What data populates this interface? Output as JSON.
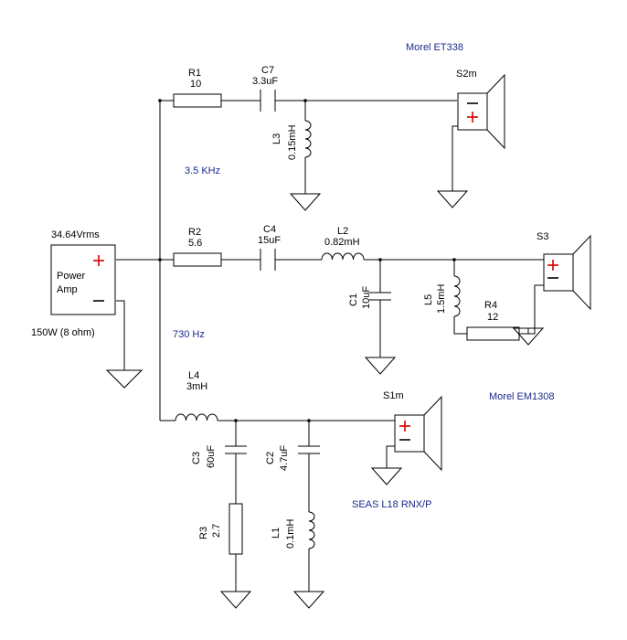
{
  "source": {
    "voltage": "34.64Vrms",
    "label_line1": "Power",
    "label_line2": "Amp",
    "rating": "150W (8 ohm)"
  },
  "tweeter": {
    "model": "Morel ET338",
    "speaker": "S2m",
    "r1_name": "R1",
    "r1_value": "10",
    "c7_name": "C7",
    "c7_value": "3.3uF",
    "l3_name": "L3",
    "l3_value": "0.15mH",
    "crossover": "3.5 KHz"
  },
  "midrange": {
    "model": "Morel EM1308",
    "speaker": "S3",
    "r2_name": "R2",
    "r2_value": "5.6",
    "c4_name": "C4",
    "c4_value": "15uF",
    "l2_name": "L2",
    "l2_value": "0.82mH",
    "c1_name": "C1",
    "c1_value": "10uF",
    "l5_name": "L5",
    "l5_value": "1.5mH",
    "r4_name": "R4",
    "r4_value": "12",
    "crossover": "730 Hz"
  },
  "woofer": {
    "model": "SEAS L18 RNX/P",
    "speaker": "S1m",
    "l4_name": "L4",
    "l4_value": "3mH",
    "c3_name": "C3",
    "c3_value": "60uF",
    "r3_name": "R3",
    "r3_value": "2.7",
    "c2_name": "C2",
    "c2_value": "4.7uF",
    "l1_name": "L1",
    "l1_value": "0.1mH"
  },
  "colors": {
    "wire": "#000000",
    "model_label": "#1a2a8c",
    "polarity_plus": "#d40000"
  }
}
